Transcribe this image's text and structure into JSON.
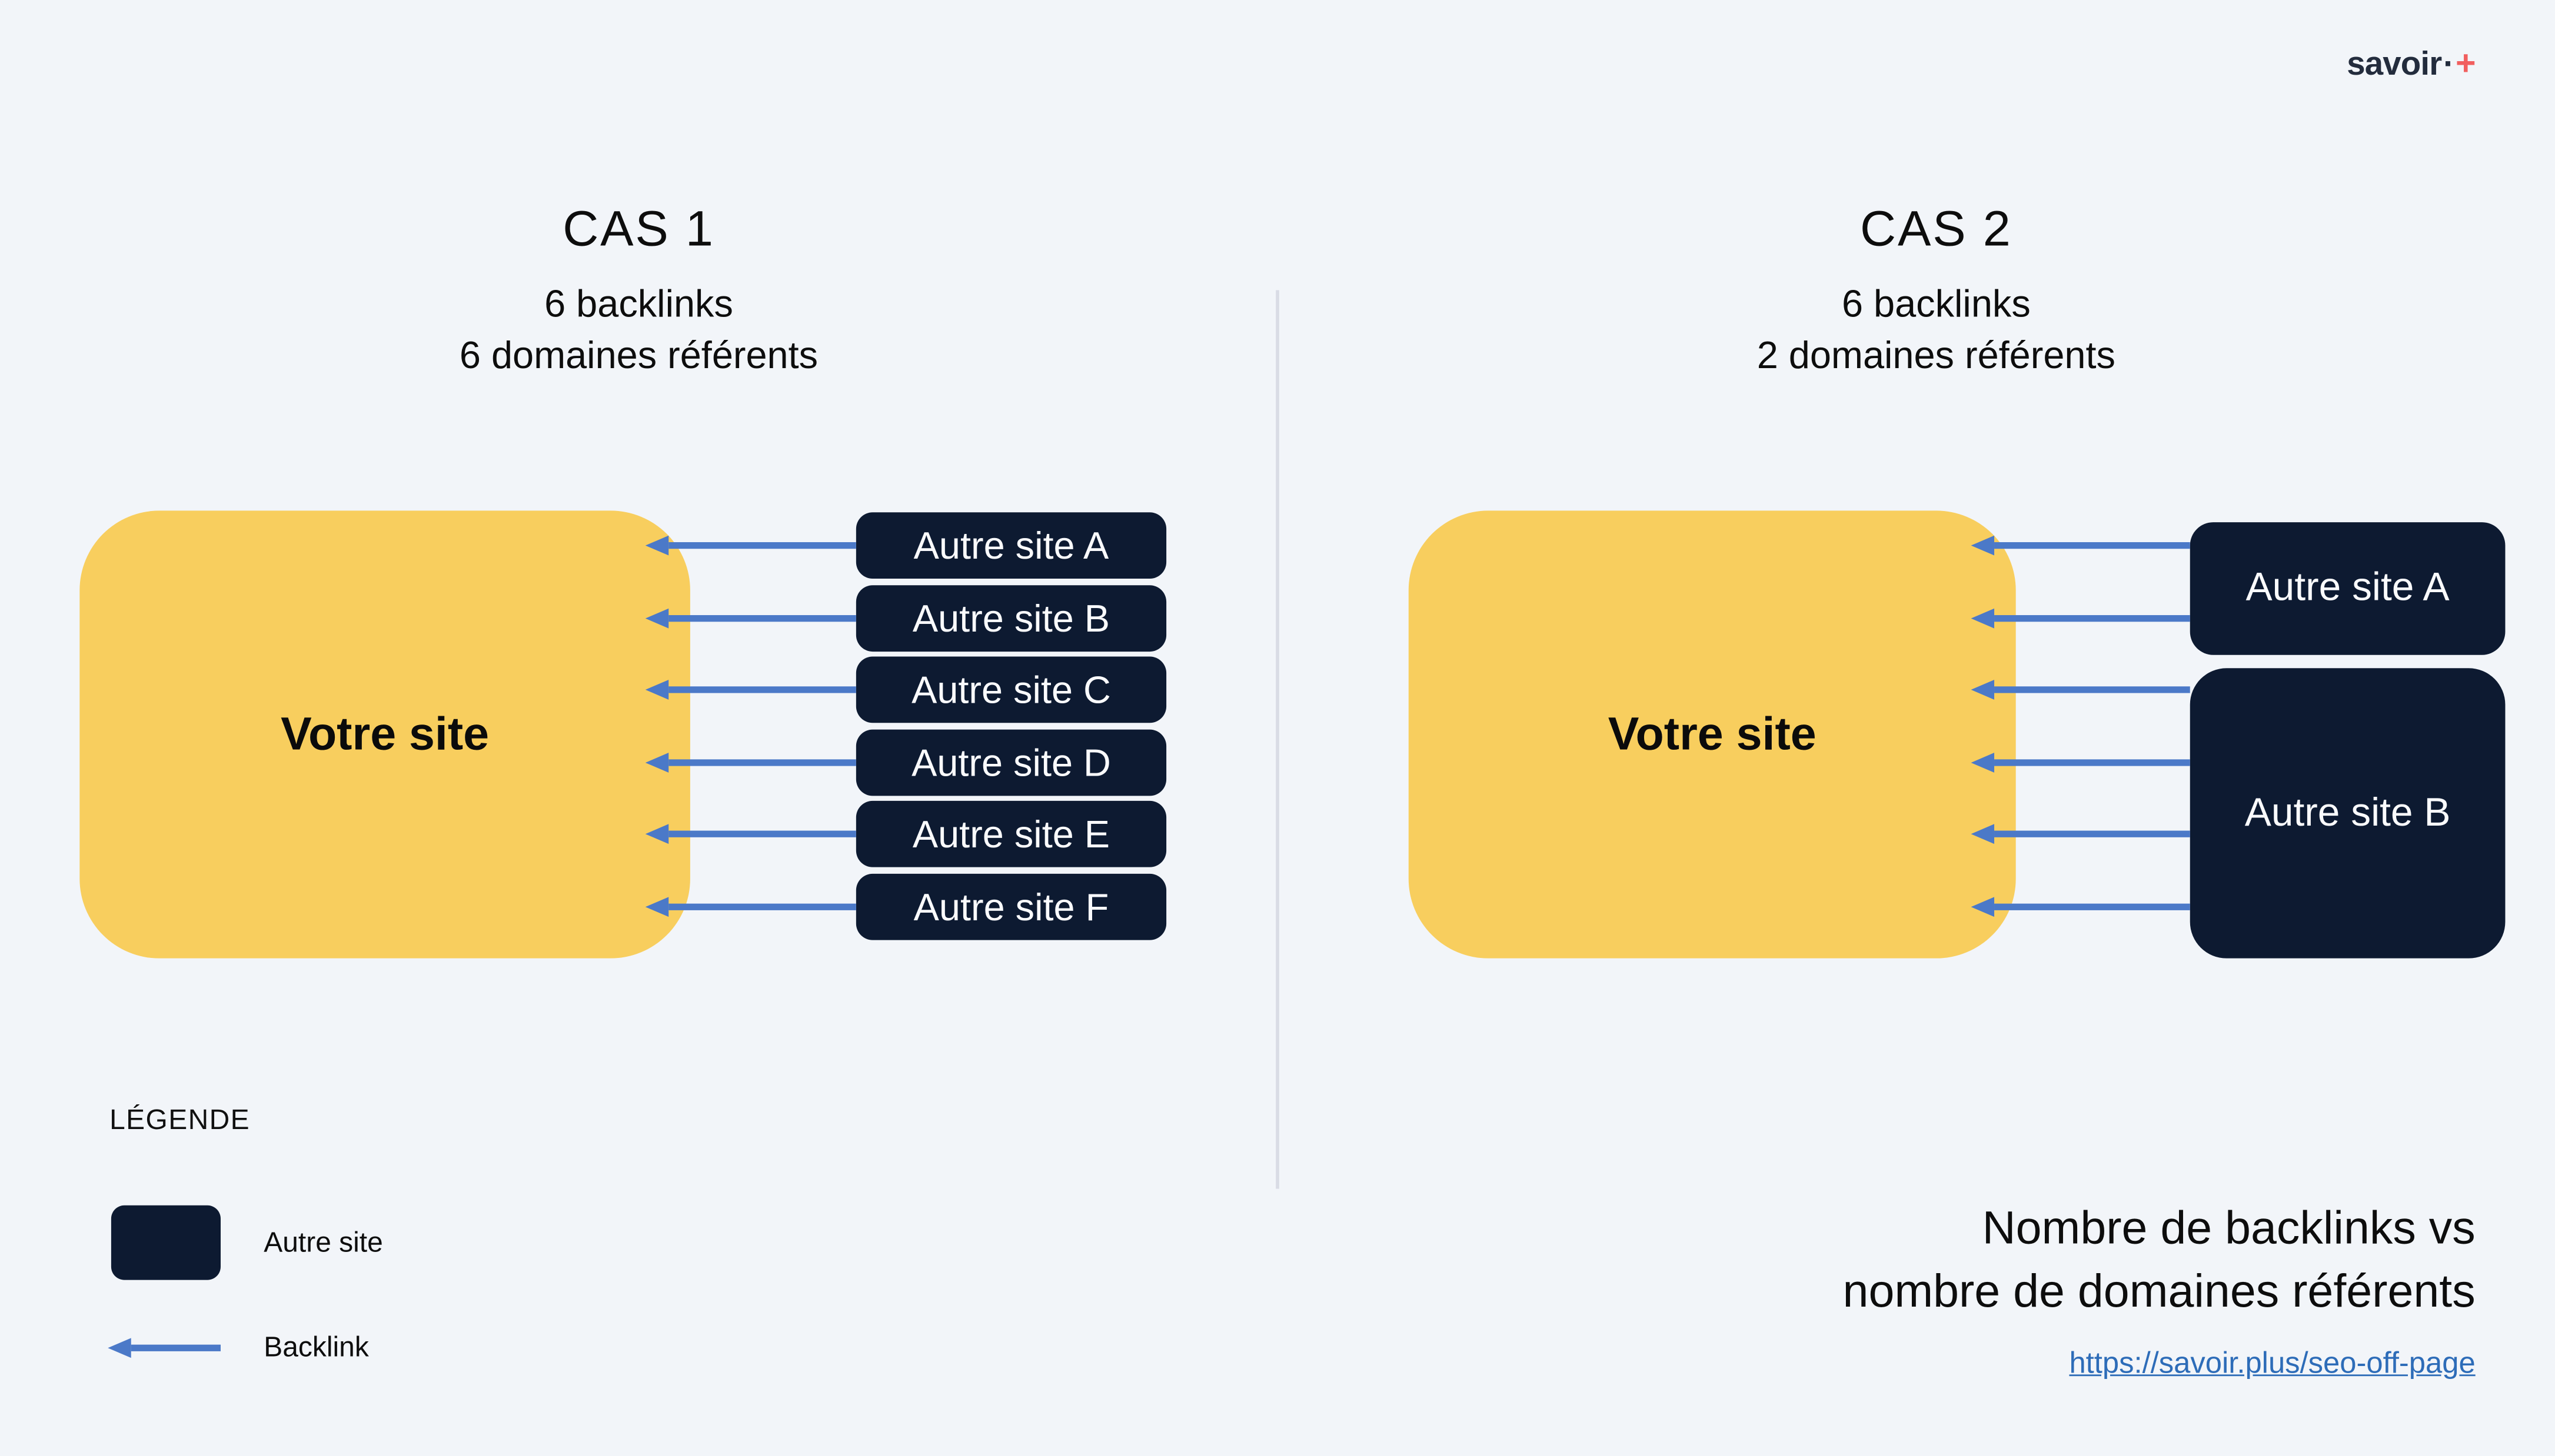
{
  "logo": {
    "brand": "savoir",
    "dot": "·",
    "plus": "+"
  },
  "cas1": {
    "title": "CAS 1",
    "subtitle_line1": "6 backlinks",
    "subtitle_line2": "6 domaines référents",
    "your_site_label": "Votre site",
    "sites": [
      {
        "label": "Autre site A",
        "backlinks": 1
      },
      {
        "label": "Autre site B",
        "backlinks": 1
      },
      {
        "label": "Autre site C",
        "backlinks": 1
      },
      {
        "label": "Autre site D",
        "backlinks": 1
      },
      {
        "label": "Autre site E",
        "backlinks": 1
      },
      {
        "label": "Autre site F",
        "backlinks": 1
      }
    ]
  },
  "cas2": {
    "title": "CAS 2",
    "subtitle_line1": "6 backlinks",
    "subtitle_line2": "2 domaines référents",
    "your_site_label": "Votre site",
    "sites": [
      {
        "label": "Autre site A",
        "backlinks": 2
      },
      {
        "label": "Autre site B",
        "backlinks": 4
      }
    ]
  },
  "legend": {
    "heading": "LÉGENDE",
    "site_label": "Autre site",
    "backlink_label": "Backlink"
  },
  "caption": {
    "line1": "Nombre de backlinks vs",
    "line2": "nombre de domaines référents",
    "link_text": "https://savoir.plus/seo-off-page"
  },
  "colors": {
    "background": "#f2f5f9",
    "your_site_fill": "#f8ce5e",
    "other_site_fill": "#0d1a31",
    "backlink_arrow": "#4b79c8",
    "link_blue": "#2d6cb8",
    "logo_plus": "#f15f5f",
    "divider": "#d9dce5"
  }
}
